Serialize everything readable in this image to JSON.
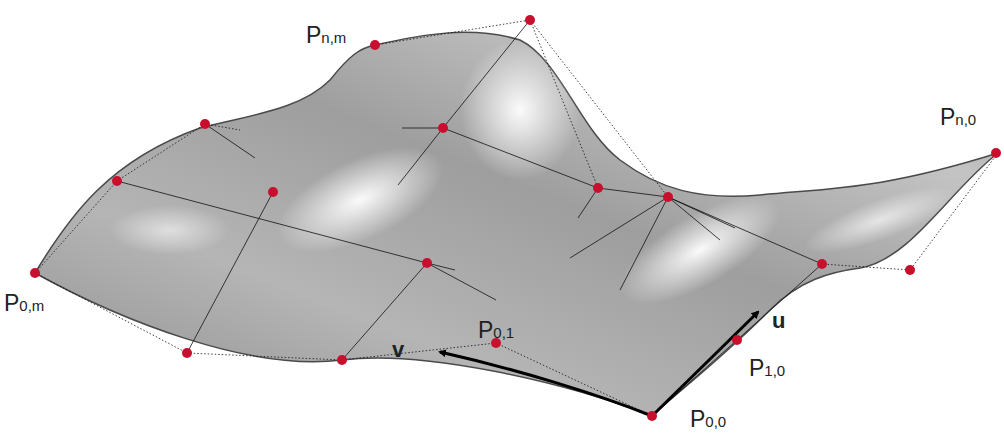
{
  "diagram": {
    "labels": [
      "Pn,m",
      "Pn,0",
      "P0,m",
      "P0,1",
      "v",
      "u",
      "P1,0",
      "P0,0"
    ]
  }
}
